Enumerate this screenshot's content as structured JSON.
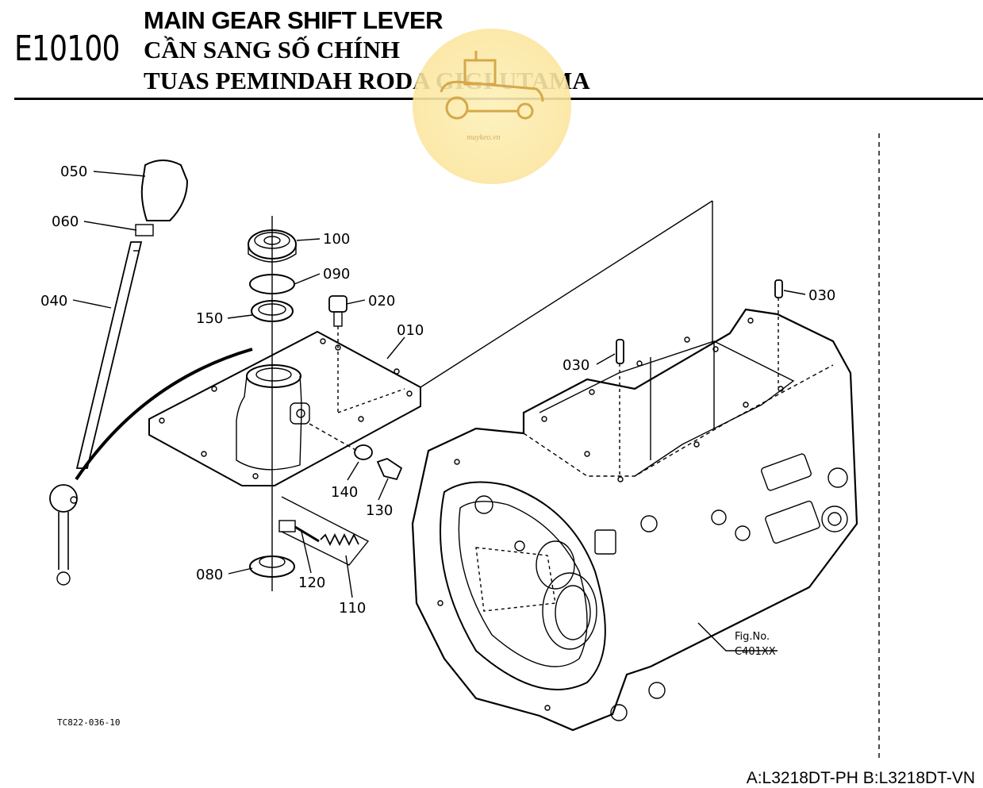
{
  "header": {
    "code": "E10100",
    "title_en": "MAIN GEAR SHIFT LEVER",
    "title_vi": "CẦN SANG SỐ CHÍNH",
    "title_id": "TUAS PEMINDAH RODA GIGI UTAMA"
  },
  "watermark": {
    "text": "maykeo.vn",
    "icon": "tractor-icon"
  },
  "callouts": {
    "p050": "050",
    "p060": "060",
    "p040": "040",
    "p100": "100",
    "p090": "090",
    "p150": "150",
    "p020": "020",
    "p010": "010",
    "p030a": "030",
    "p030b": "030",
    "p140": "140",
    "p130": "130",
    "p080": "080",
    "p120": "120",
    "p110": "110"
  },
  "figure": {
    "fig_label": "Fig.No.",
    "fig_no": "C401XX",
    "drawing_no": "TC822-036-10"
  },
  "footer": {
    "models": "A:L3218DT-PH B:L3218DT-VN"
  },
  "colors": {
    "ink": "#000000",
    "watermark": "#fbe6a0"
  }
}
